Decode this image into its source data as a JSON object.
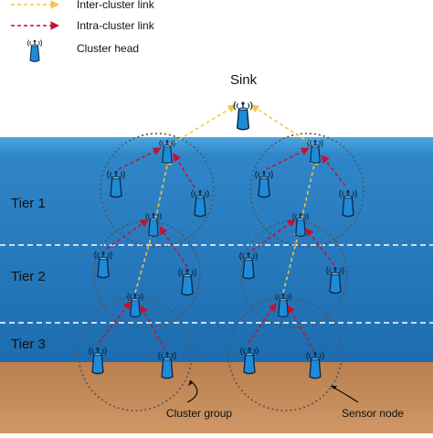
{
  "legend": {
    "inter_cluster": {
      "label": "Inter-cluster link",
      "color": "#f2c744"
    },
    "intra_cluster": {
      "label": "Intra-cluster link",
      "color": "#c8102e"
    },
    "cluster_head": {
      "label": "Cluster head"
    }
  },
  "sink": {
    "label": "Sink"
  },
  "tiers": [
    "Tier 1",
    "Tier 2",
    "Tier 3"
  ],
  "annotations": {
    "cluster_group": "Cluster group",
    "sensor_node": "Sensor node"
  },
  "colors": {
    "sky": "#ffffff",
    "water_top": "#3d9ad8",
    "water_deep": "#1f70b5",
    "seabed": "#c48a5a",
    "node_fill": "#1f8ad8",
    "node_stroke": "#0c2a4a",
    "cluster_circle": "#555555",
    "tier_divider": "#ffffff"
  },
  "nodes": {
    "sink": "sink-node",
    "icon": "sensor-node-icon"
  }
}
